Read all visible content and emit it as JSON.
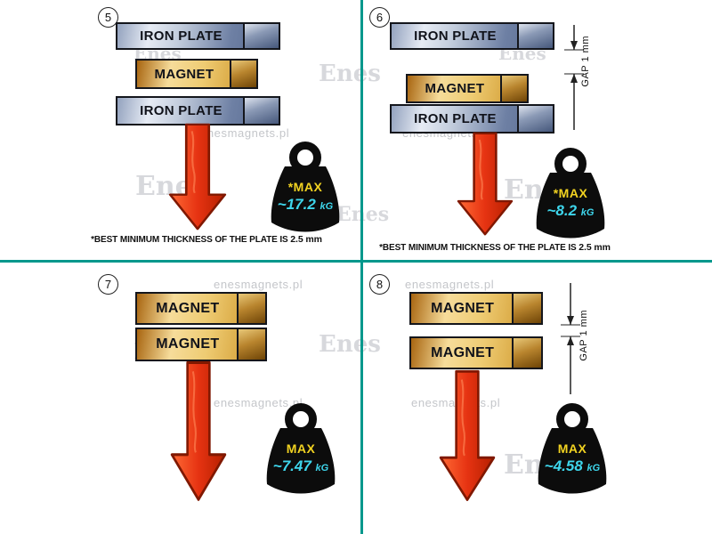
{
  "watermark": {
    "site": "enesmagnets.pl",
    "logo": "Enes"
  },
  "colors": {
    "divider": "#00988c",
    "arrow": "#e83a10",
    "max_label": "#f2d321",
    "value_cyan": "#3ed6ec"
  },
  "panels": {
    "p5": {
      "number": "5",
      "layers": {
        "top": "IRON PLATE",
        "middle": "MAGNET",
        "bottom": "IRON PLATE"
      },
      "weight": {
        "label": "*MAX",
        "value": "~17.2",
        "unit": "kG"
      },
      "footnote": {
        "text": "*BEST MINIMUM THICKNESS OF THE PLATE IS",
        "value": "2.5 mm"
      }
    },
    "p6": {
      "number": "6",
      "layers": {
        "top": "IRON PLATE",
        "middle": "MAGNET",
        "bottom": "IRON PLATE"
      },
      "gap_label": "GAP 1 mm",
      "weight": {
        "label": "*MAX",
        "value": "~8.2",
        "unit": "kG"
      },
      "footnote": {
        "text": "*BEST MINIMUM THICKNESS OF THE PLATE IS",
        "value": "2.5 mm"
      }
    },
    "p7": {
      "number": "7",
      "layers": {
        "top": "MAGNET",
        "bottom": "MAGNET"
      },
      "weight": {
        "label": "MAX",
        "value": "~7.47",
        "unit": "kG"
      }
    },
    "p8": {
      "number": "8",
      "layers": {
        "top": "MAGNET",
        "bottom": "MAGNET"
      },
      "gap_label": "GAP 1 mm",
      "weight": {
        "label": "MAX",
        "value": "~4.58",
        "unit": "kG"
      }
    }
  }
}
